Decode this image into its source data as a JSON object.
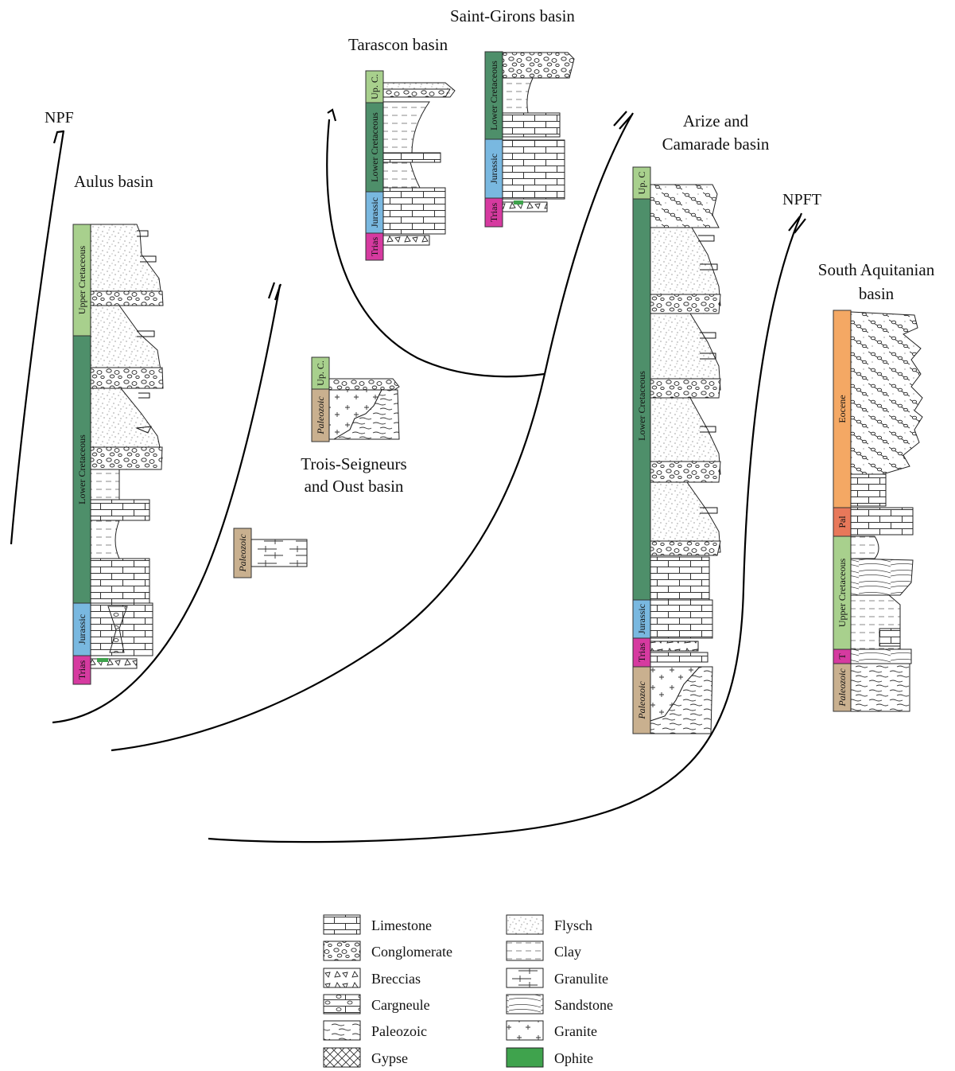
{
  "basins": {
    "aulus": {
      "title": "Aulus basin"
    },
    "tarascon": {
      "title": "Tarascon basin"
    },
    "saint_girons": {
      "title": "Saint-Girons basin"
    },
    "arize": {
      "title_line1": "Arize and",
      "title_line2": "Camarade basin"
    },
    "trois_seigneurs": {
      "title_line1": "Trois-Seigneurs",
      "title_line2": "and Oust basin"
    },
    "south_aquitanian": {
      "title_line1": "South Aquitanian",
      "title_line2": "basin"
    }
  },
  "faults": {
    "npf": "NPF",
    "npft": "NPFT"
  },
  "periods": {
    "upper_cretaceous": "Upper Cretaceous",
    "lower_cretaceous": "Lower Cretaceous",
    "jurassic": "Jurassic",
    "trias": "Trias",
    "up_c": "Up. C.",
    "up_c_short": "Up. C",
    "paleozoic": "Paleozoic",
    "eocene": "Eocene",
    "pal": "Pal",
    "t": "T"
  },
  "period_colors": {
    "upper_cretaceous": "#a8d08d",
    "lower_cretaceous": "#4e8f6a",
    "jurassic": "#79b8e0",
    "trias": "#d63aa0",
    "paleozoic": "#c9b08f",
    "eocene": "#f4a864",
    "paleocene": "#e8785a",
    "ophite": "#3fa34d"
  },
  "legend": [
    {
      "label": "Limestone",
      "icon": "limestone-pattern"
    },
    {
      "label": "Conglomerate",
      "icon": "conglomerate-pattern"
    },
    {
      "label": "Breccias",
      "icon": "breccias-pattern"
    },
    {
      "label": "Cargneule",
      "icon": "cargneule-pattern"
    },
    {
      "label": "Paleozoic",
      "icon": "paleozoic-pattern"
    },
    {
      "label": "Gypse",
      "icon": "gypse-pattern"
    },
    {
      "label": "Flysch",
      "icon": "flysch-pattern"
    },
    {
      "label": "Clay",
      "icon": "clay-pattern"
    },
    {
      "label": "Granulite",
      "icon": "granulite-pattern"
    },
    {
      "label": "Sandstone",
      "icon": "sandstone-pattern"
    },
    {
      "label": "Granite",
      "icon": "granite-pattern"
    },
    {
      "label": "Ophite",
      "icon": "ophite-swatch"
    }
  ]
}
